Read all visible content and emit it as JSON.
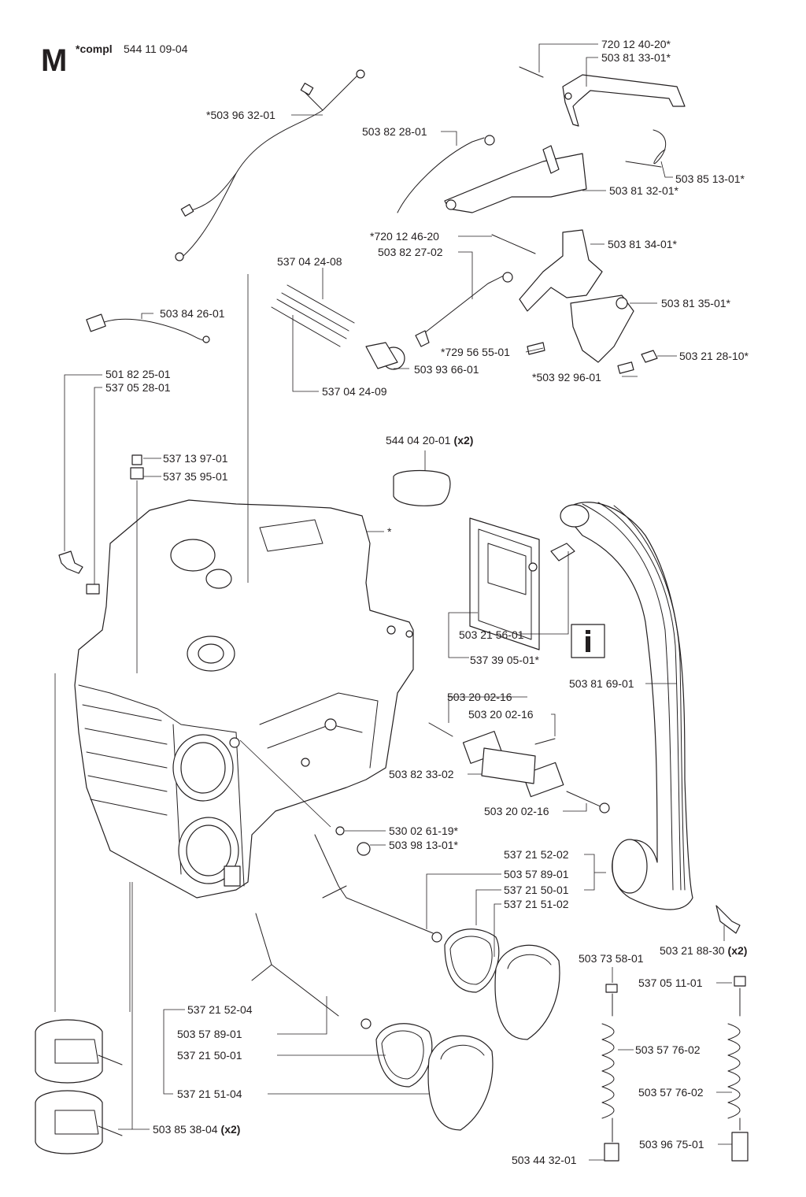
{
  "header": {
    "section_letter": "M",
    "compl_prefix": "*compl",
    "compl_number": "544 11 09-04"
  },
  "labels": [
    "*503 96 32-01",
    "720 12 40-20*",
    "503 81 33-01*",
    "503 82 28-01",
    "503 85 13-01*",
    "503 81 32-01*",
    "*720 12 46-20",
    "503 82 27-02",
    "503 81 34-01*",
    "537 04 24-08",
    "503 81 35-01*",
    "503 84 26-01",
    "*729 56 55-01",
    "503 21 28-10*",
    "503 93 66-01",
    "*503 92 96-01",
    "501 82 25-01",
    "537 05 28-01",
    "537 04 24-09",
    "544 04 20-01",
    "537 13 97-01",
    "537 35 95-01",
    "*",
    "503 21 56-01",
    "537 39 05-01*",
    "503 81 69-01",
    "503 20 02-16",
    "503 20 02-16",
    "503 82 33-02",
    "503 20 02-16",
    "530 02 61-19*",
    "503 98 13-01*",
    "537 21 52-02",
    "503 57 89-01",
    "537 21 50-01",
    "537 21 51-02",
    "503 21 88-30",
    "503 73 58-01",
    "537 05 11-01",
    "537 21 52-04",
    "503 57 89-01",
    "537 21 50-01",
    "503 57 76-02",
    "503 57 76-02",
    "537 21 51-04",
    "503 85 38-04",
    "503 96 75-01",
    "503 44 32-01"
  ],
  "qty_x2": "(x2)",
  "icons": {
    "tool": "wrench-icon"
  }
}
